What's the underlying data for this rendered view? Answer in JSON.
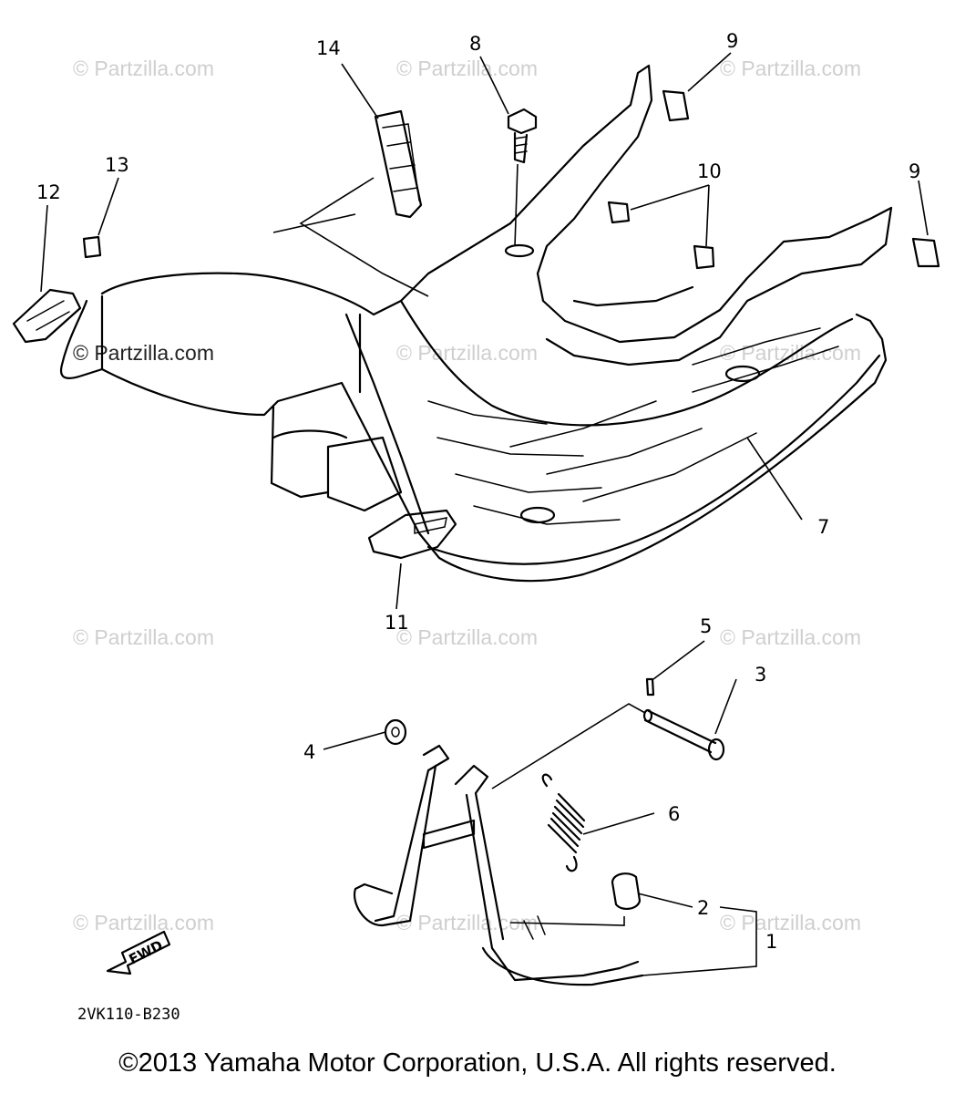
{
  "watermark": "© Partzilla.com",
  "callouts": {
    "c1": "1",
    "c2": "2",
    "c3": "3",
    "c4": "4",
    "c5": "5",
    "c6": "6",
    "c7": "7",
    "c8": "8",
    "c9a": "9",
    "c9b": "9",
    "c10": "10",
    "c11": "11",
    "c12": "12",
    "c13": "13",
    "c14": "14"
  },
  "fwd_label": "FWD",
  "diagram_code": "2VK110-B230",
  "copyright": "©2013 Yamaha Motor Corporation, U.S.A. All rights reserved."
}
